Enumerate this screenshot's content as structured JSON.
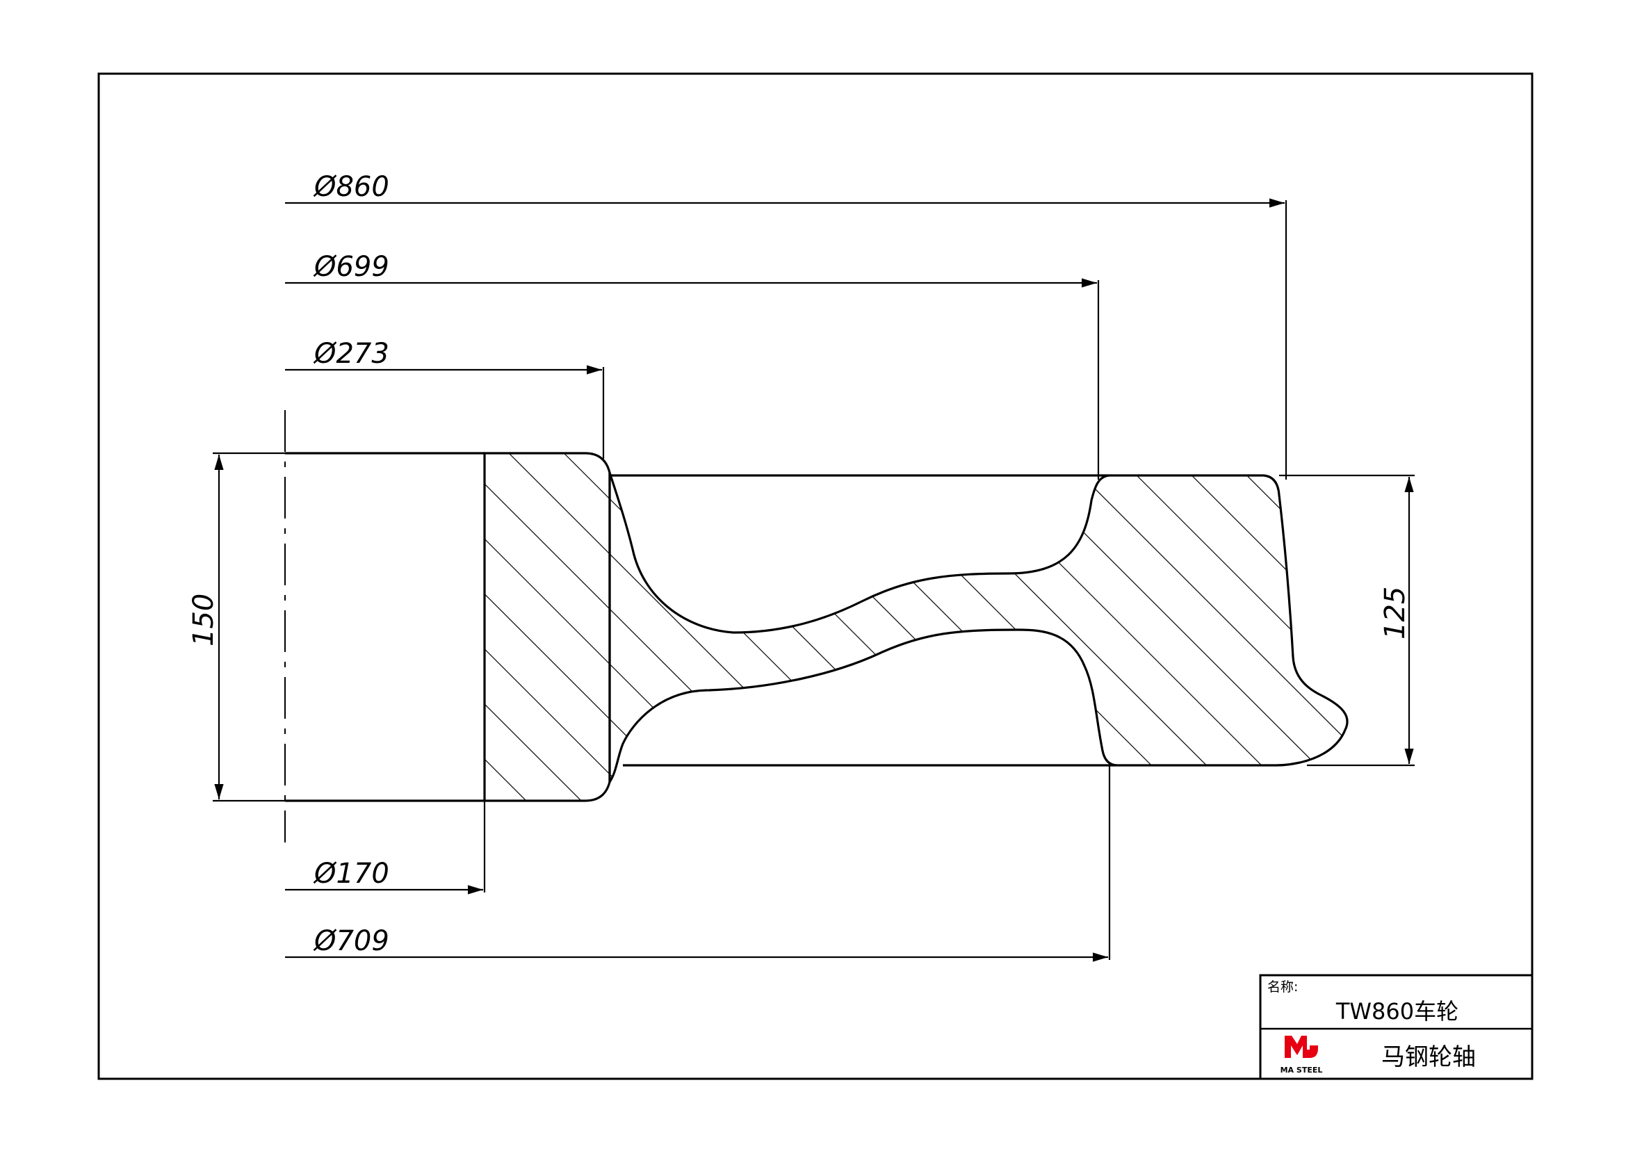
{
  "drawing": {
    "dimensions": {
      "d860": "Ø860",
      "d699": "Ø699",
      "d273": "Ø273",
      "d170": "Ø170",
      "d709": "Ø709",
      "hub_length": "150",
      "rim_width": "125"
    }
  },
  "title_block": {
    "name_label": "名称:",
    "part_name": "TW860车轮",
    "logo_text": "MA STEEL",
    "company": "马钢轮轴",
    "logo_color": "#e60012"
  }
}
